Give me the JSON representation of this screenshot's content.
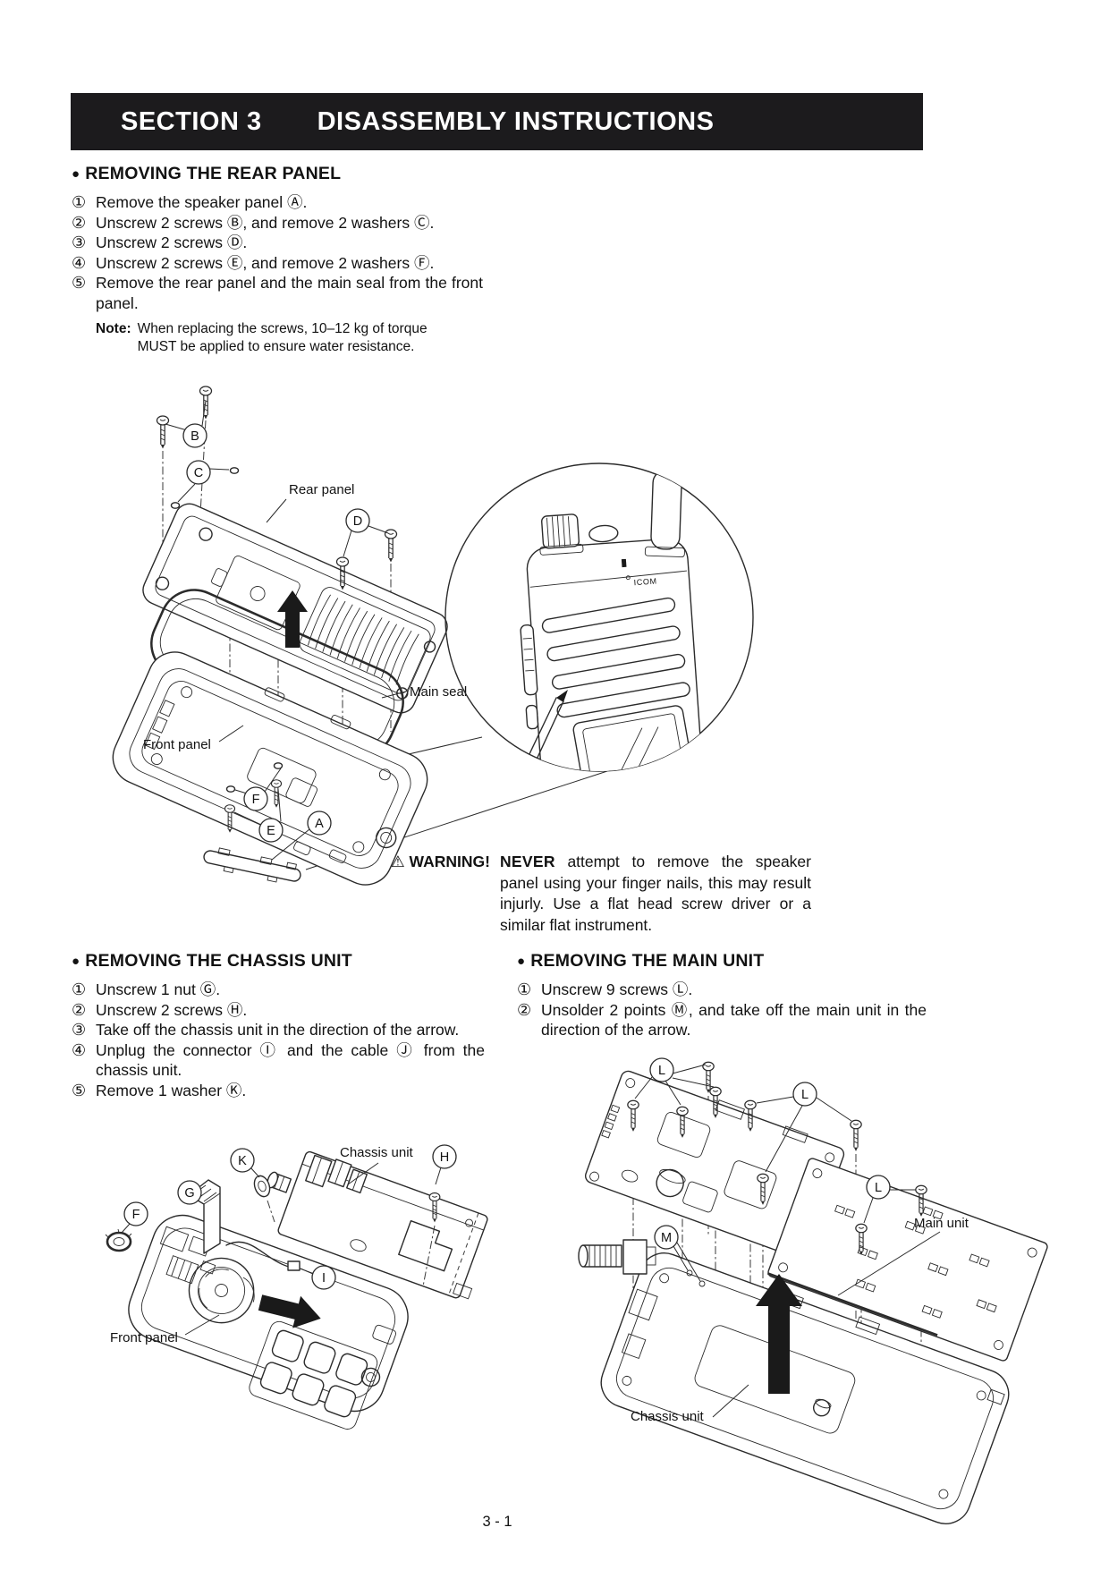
{
  "header": {
    "section_label": "SECTION 3",
    "section_title": "DISASSEMBLY INSTRUCTIONS"
  },
  "bullet": "●",
  "rear_panel": {
    "title": "REMOVING THE REAR PANEL",
    "steps": [
      {
        "num": "①",
        "text": "Remove the speaker panel Ⓐ."
      },
      {
        "num": "②",
        "text": "Unscrew 2 screws Ⓑ, and remove 2 washers Ⓒ."
      },
      {
        "num": "③",
        "text": "Unscrew 2 screws Ⓓ."
      },
      {
        "num": "④",
        "text": "Unscrew 2 screws Ⓔ, and remove 2 washers Ⓕ."
      },
      {
        "num": "⑤",
        "text": "Remove the rear panel and the main seal from the front panel."
      }
    ],
    "note_label": "Note:",
    "note_text": "When replacing the screws, 10–12 kg of torque MUST be applied to ensure water resistance."
  },
  "warning": {
    "label": "⚠ WARNING!",
    "emphasis": "NEVER",
    "text": "attempt to remove the speaker panel using your finger nails, this may result injurly. Use a flat head screw driver or a similar flat instrument."
  },
  "chassis": {
    "title": "REMOVING THE CHASSIS UNIT",
    "steps": [
      {
        "num": "①",
        "text": "Unscrew 1 nut Ⓖ."
      },
      {
        "num": "②",
        "text": "Unscrew 2 screws Ⓗ."
      },
      {
        "num": "③",
        "text": "Take off the chassis unit in the direction of the arrow."
      },
      {
        "num": "④",
        "text": "Unplug the connector Ⓘ and the cable Ⓙ from the chassis unit."
      },
      {
        "num": "⑤",
        "text": "Remove 1 washer Ⓚ."
      }
    ]
  },
  "main_unit": {
    "title": "REMOVING THE MAIN UNIT",
    "steps": [
      {
        "num": "①",
        "text": "Unscrew 9 screws Ⓛ."
      },
      {
        "num": "②",
        "text": "Unsolder 2 points Ⓜ, and take off the main unit in the direction of the arrow."
      }
    ]
  },
  "diagram_rear": {
    "label_b": "B",
    "label_c": "C",
    "label_d": "D",
    "label_e": "E",
    "label_f": "F",
    "label_a": "A",
    "rear_panel": "Rear panel",
    "main_seal": "Main seal",
    "front_panel": "Front panel",
    "brand": "ICOM"
  },
  "diagram_chassis": {
    "label_k": "K",
    "label_g": "G",
    "label_f": "F",
    "label_i": "I",
    "label_h": "H",
    "chassis_unit": "Chassis unit",
    "front_panel": "Front panel"
  },
  "diagram_main": {
    "label_l": "L",
    "label_m": "M",
    "main_unit": "Main unit",
    "chassis_unit": "Chassis unit"
  },
  "footer": {
    "page_number": "3 - 1"
  }
}
